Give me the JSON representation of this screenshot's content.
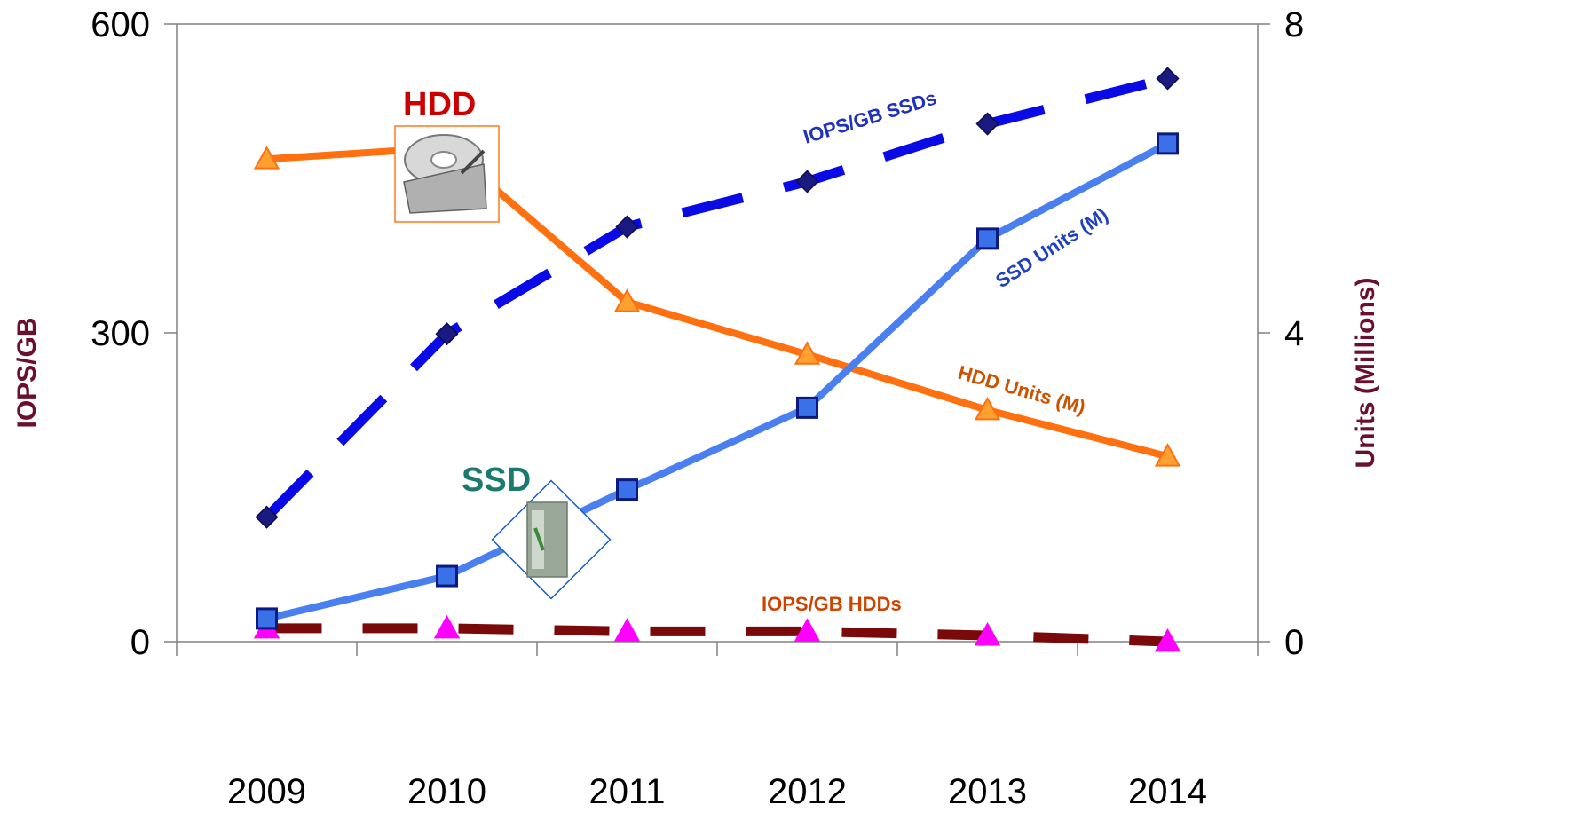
{
  "chart_data": {
    "type": "line",
    "categories": [
      "2009",
      "2010",
      "2011",
      "2012",
      "2013",
      "2014"
    ],
    "left_axis": {
      "title": "IOPS/GB",
      "ylim": [
        0,
        600
      ],
      "ticks": [
        "0",
        "300",
        "600"
      ]
    },
    "right_axis": {
      "title": "Units (Millions)",
      "ylim": [
        0,
        8
      ],
      "ticks": [
        "0",
        "4",
        "8"
      ]
    },
    "grid": false,
    "series": [
      {
        "name": "IOPS/GB SSDs",
        "axis": "left",
        "style": "dashed",
        "marker": "diamond",
        "color": "#0a0ae6",
        "values": [
          121,
          299,
          403,
          447,
          503,
          547
        ]
      },
      {
        "name": "SSD Units (M)",
        "axis": "right",
        "style": "solid",
        "marker": "square",
        "color": "#4a7ff0",
        "values": [
          0.3,
          0.85,
          1.97,
          3.03,
          5.22,
          6.45
        ]
      },
      {
        "name": "HDD Units (M)",
        "axis": "right",
        "style": "solid",
        "marker": "triangle",
        "color": "#ff7010",
        "values": [
          6.25,
          6.4,
          4.4,
          3.72,
          3.0,
          2.4
        ]
      },
      {
        "name": "IOPS/GB HDDs",
        "axis": "left",
        "style": "dashed",
        "marker": "triangle",
        "color": "#7a0a0a",
        "values": [
          13,
          13,
          10,
          10,
          6,
          0
        ]
      }
    ],
    "callouts": [
      {
        "text": "HDD",
        "color": "#cc0000"
      },
      {
        "text": "SSD",
        "color": "#1a7a6e"
      }
    ],
    "colors": {
      "hdd_label": "#cc5200",
      "iops_hdd_label": "#cc4400",
      "ssd_label": "#2040c0",
      "iops_ssd_label": "#2030c0",
      "axis_title": "#6b0f2e",
      "hdd_marker_fill": "#ffa030",
      "iops_hdd_marker_fill": "#ff00ff",
      "iops_ssd_marker_fill": "#1a1a80",
      "ssd_marker_fill": "#3a70e8"
    }
  }
}
